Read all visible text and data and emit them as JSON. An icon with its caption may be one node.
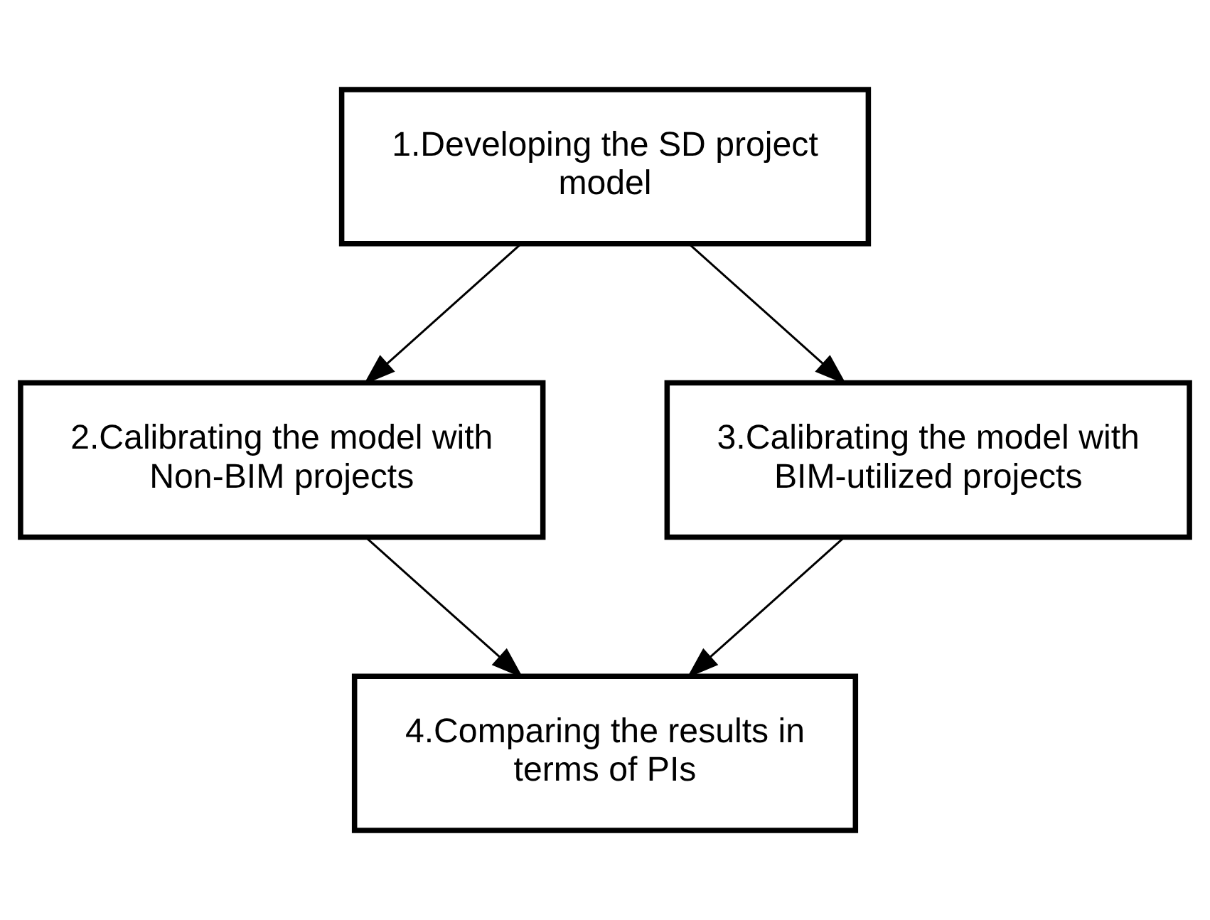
{
  "diagram": {
    "nodes": [
      {
        "text": [
          "1.Developing the SD project model"
        ]
      },
      {
        "text": [
          "2.Calibrating the model with Non-BIM projects"
        ]
      },
      {
        "text": [
          "3.Calibrating the model with BIM-utilized projects"
        ]
      },
      {
        "text": [
          "4.Comparing the results in terms of PIs"
        ]
      }
    ],
    "edges": [
      {
        "from": 0,
        "to": 1,
        "arrow": "to"
      },
      {
        "from": 0,
        "to": 2,
        "arrow": "to"
      },
      {
        "from": 1,
        "to": 3,
        "arrow": "to"
      },
      {
        "from": 2,
        "to": 3,
        "arrow": "to"
      }
    ]
  }
}
